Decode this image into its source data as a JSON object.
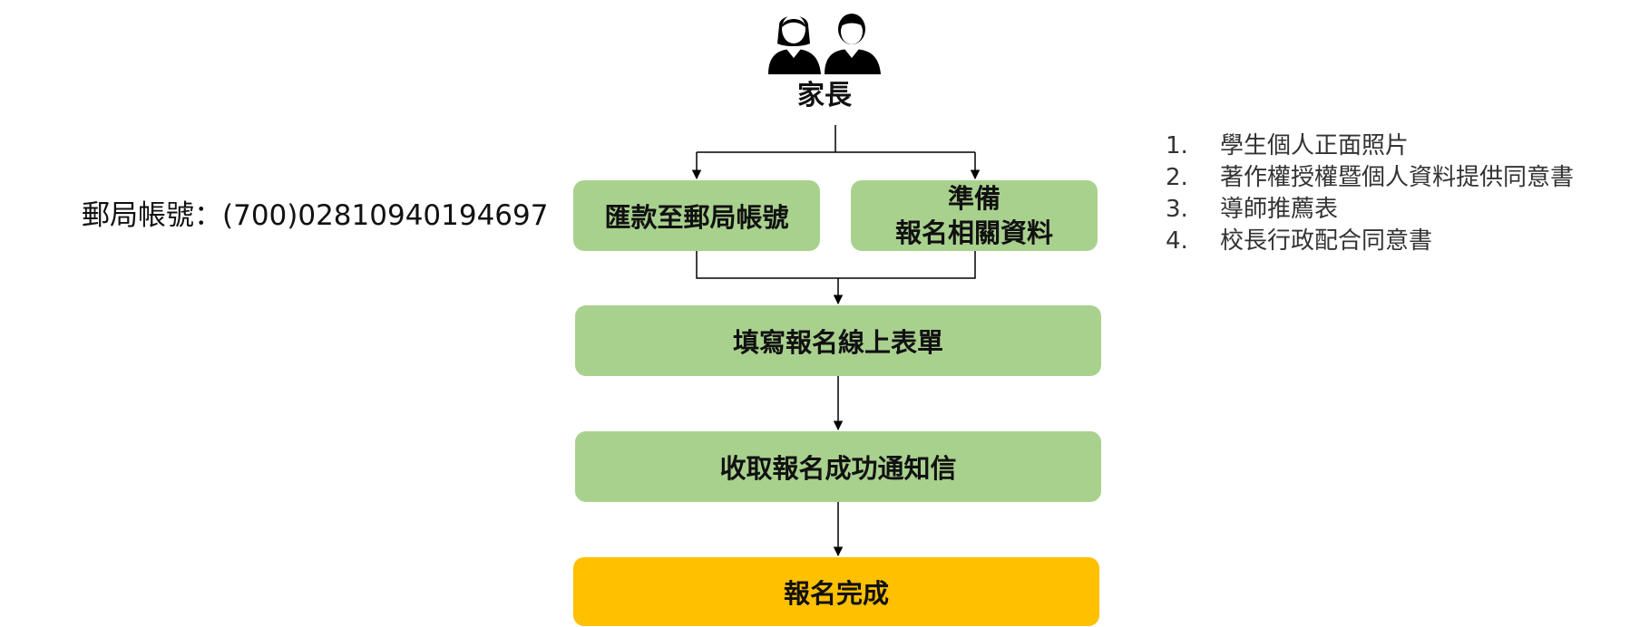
{
  "parents": {
    "icon": "parents-icon",
    "label": "家長"
  },
  "account": {
    "text": "郵局帳號：(700)02810940194697"
  },
  "steps": {
    "remit": "匯款至郵局帳號",
    "prepare_line1": "準備",
    "prepare_line2": "報名相關資料",
    "form": "填寫報名線上表單",
    "notice": "收取報名成功通知信",
    "done": "報名完成"
  },
  "documents": [
    {
      "num": "1.",
      "text": "學生個人正面照片"
    },
    {
      "num": "2.",
      "text": "著作權授權暨個人資料提供同意書"
    },
    {
      "num": "3.",
      "text": "導師推薦表"
    },
    {
      "num": "4.",
      "text": "校長行政配合同意書"
    }
  ],
  "colors": {
    "step_box": "#a9d18e",
    "final_box": "#ffc000",
    "connector": "#000000"
  }
}
